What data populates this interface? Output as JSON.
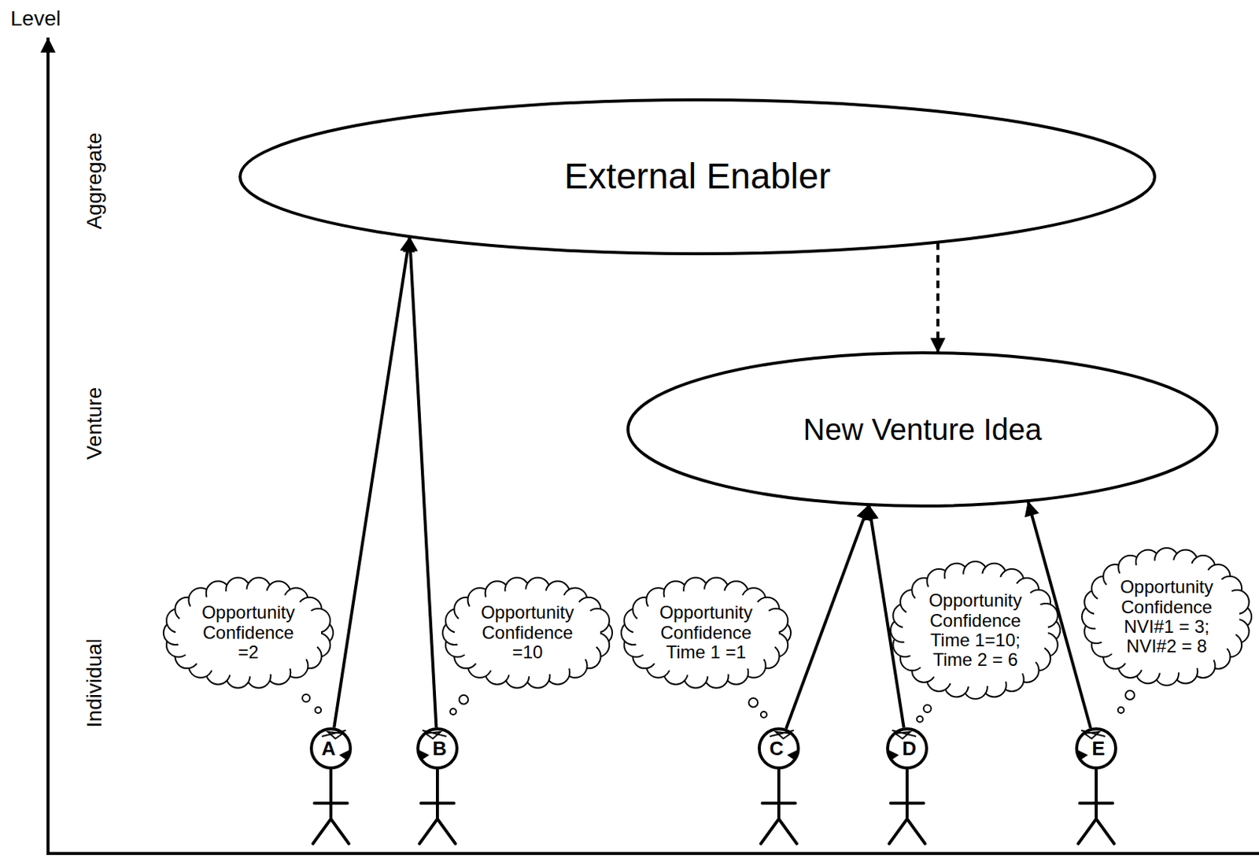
{
  "diagram": {
    "nodes": [
      {
        "text": [
          "External Enabler"
        ]
      },
      {
        "text": [
          "New Venture Idea"
        ]
      },
      {
        "text": [
          "Opportunity Confidence =2"
        ]
      },
      {
        "text": [
          "Opportunity Confidence =10"
        ]
      },
      {
        "text": [
          "Opportunity Confidence Time 1 =1"
        ]
      },
      {
        "text": [
          "Opportunity Confidence Time 1=10; Time 2 = 6"
        ]
      },
      {
        "text": [
          "Opportunity Confidence NVI#1 = 3; NVI#2 = 8"
        ]
      },
      {
        "text": [
          "A"
        ]
      },
      {
        "text": [
          "B"
        ]
      },
      {
        "text": [
          "C"
        ]
      },
      {
        "text": [
          "D"
        ]
      },
      {
        "text": [
          "E"
        ]
      }
    ],
    "edges": [
      {
        "from": 7,
        "to": 0,
        "arrow": "to"
      },
      {
        "from": 8,
        "to": 0,
        "arrow": "to"
      },
      {
        "from": 0,
        "to": 1,
        "arrow": "to"
      },
      {
        "from": 9,
        "to": 1,
        "arrow": "to"
      },
      {
        "from": 10,
        "to": 1,
        "arrow": "to"
      },
      {
        "from": 11,
        "to": 1,
        "arrow": "to"
      }
    ],
    "labels": [
      "Level",
      "Aggregate",
      "Venture",
      "Individual"
    ]
  }
}
